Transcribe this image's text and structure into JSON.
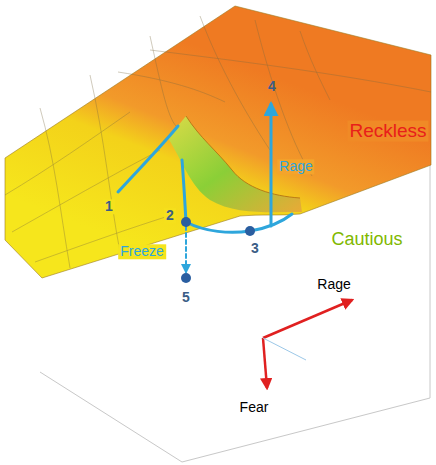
{
  "diagram": {
    "labels": [
      "4",
      "Reckless",
      "Rage",
      "1",
      "2",
      "3",
      "Freeze",
      "Cautious",
      "5",
      "Rage",
      "Fear"
    ]
  }
}
